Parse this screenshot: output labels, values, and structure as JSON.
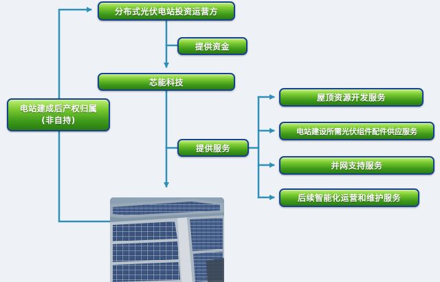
{
  "diagram": {
    "investor": {
      "label": "分布式光伏电站投资运营方"
    },
    "funding": {
      "label": "提供资金"
    },
    "provider": {
      "label": "芯能科技"
    },
    "services_hub": {
      "label": "提供服务"
    },
    "ownership": {
      "line1": "电站建成后产权归属",
      "line2": "(非自持)"
    },
    "services": [
      {
        "label": "屋顶资源开发服务"
      },
      {
        "label": "电站建设所需光伏组件配件供应服务"
      },
      {
        "label": "并网支持服务"
      },
      {
        "label": "后续智能化运营和维护服务"
      }
    ]
  },
  "colors": {
    "connector": "#2f8fb8",
    "pill_border": "#15428c",
    "pill_fill_top": "#c3ee7c",
    "pill_fill_bottom": "#2b7c12",
    "background": "#eef2f6"
  },
  "photo": {
    "subject": "rooftop-solar-panel-array"
  }
}
